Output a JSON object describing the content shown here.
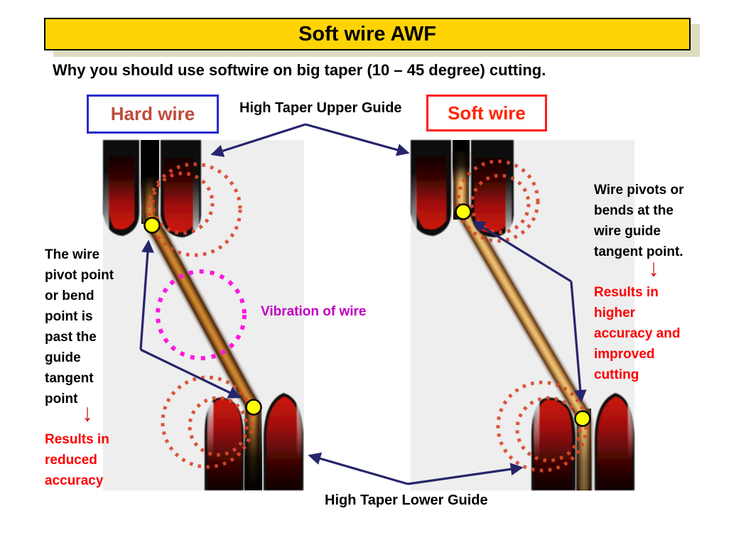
{
  "slide": {
    "title": "Soft wire AWF",
    "subtitle": "Why you should use softwire on big taper (10 – 45 degree) cutting."
  },
  "headers": {
    "hard_wire": "Hard wire",
    "soft_wire": "Soft wire"
  },
  "callouts": {
    "upper_guide": "High Taper Upper Guide",
    "lower_guide": "High Taper Lower Guide",
    "vibration": "Vibration of wire",
    "down_arrow": "↓"
  },
  "hard_wire_panel": {
    "note": "The wire pivot point or bend point is past the guide tangent point",
    "result": "Results in reduced accuracy"
  },
  "soft_wire_panel": {
    "note": "Wire pivots or bends at the wire guide tangent point.",
    "result": "Results in higher accuracy and improved cutting"
  },
  "colors": {
    "banner_fill": "#FFD405",
    "banner_shadow": "#DEDCC2",
    "hard_wire_text": "#BF4B3C",
    "hard_wire_border": "#2A2AD0",
    "soft_wire_text": "#FF2400",
    "soft_wire_border": "#FF1A1A",
    "result_text": "#FF0000",
    "vibration_magenta": "#C000C0",
    "arrow_navy": "#26256B",
    "tangent_circle_orange": "#D84A2A",
    "pivot_dot_yellow": "#FFFF00",
    "panel_gray": "#EEEEEE"
  }
}
